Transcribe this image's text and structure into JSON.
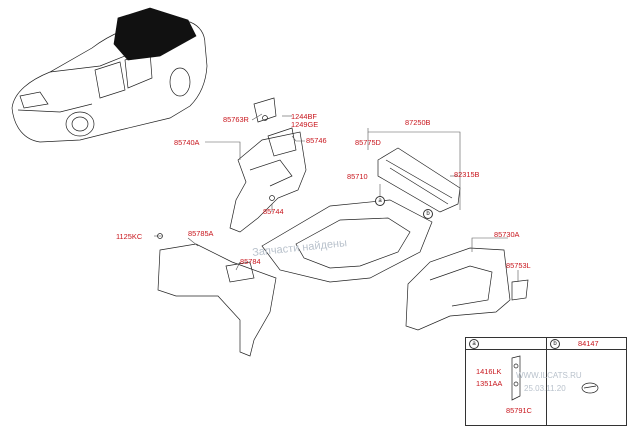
{
  "callouts": {
    "c85763R": "85763R",
    "c1244BF": "1244BF",
    "c1249GE": "1249GE",
    "c85740A": "85740A",
    "c85746": "85746",
    "c85744": "85744",
    "c87250B": "87250B",
    "c85775D": "85775D",
    "c82315B": "82315B",
    "c85710": "85710",
    "c1125KC": "1125KC",
    "c85785A": "85785A",
    "c85784": "85784",
    "c85730A": "85730A",
    "c85753L": "85753L"
  },
  "markers": {
    "a": "a",
    "b": "b"
  },
  "legend": {
    "header_a": "a",
    "header_b": "b",
    "header_b_part": "84147",
    "p1416LK": "1416LK",
    "p1351AA": "1351AA",
    "p85791C": "85791C"
  },
  "watermarks": {
    "site": "WWW.ILCATS.RU",
    "date": "25.03.11.20",
    "ru_text": "Запчасти найдены"
  },
  "colors": {
    "label": "#c8161d",
    "line": "#222222",
    "highlight": "#111111"
  }
}
